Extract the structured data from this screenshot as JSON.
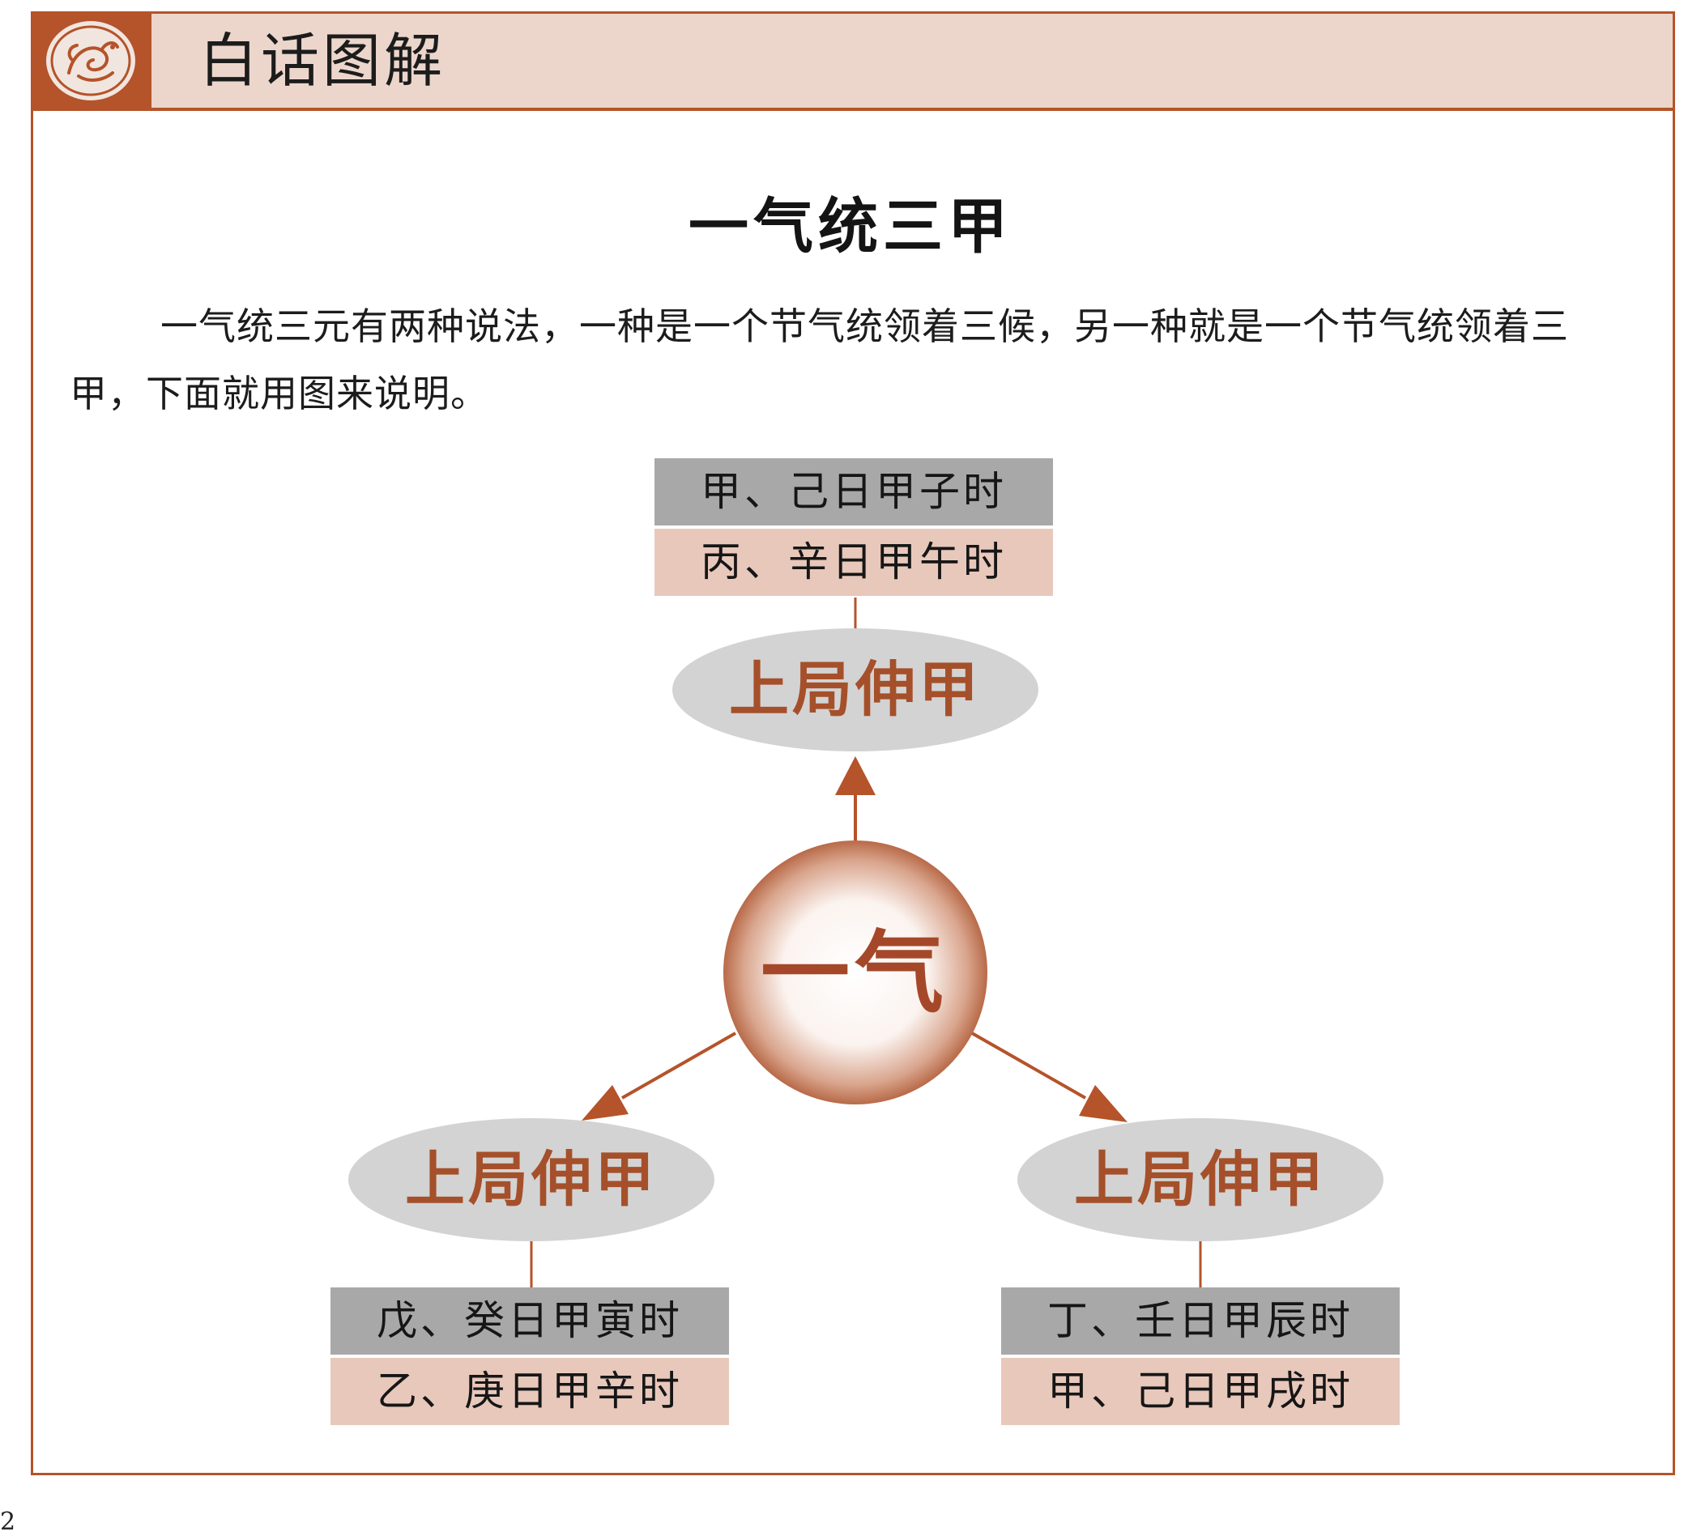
{
  "header": {
    "section_title": "白话图解",
    "logo_icon": "dragon-seal-icon"
  },
  "title": "一气统三甲",
  "intro": "一气统三元有两种说法，一种是一个节气统领着三候，另一种就是一个节气统领着三甲，下面就用图来说明。",
  "diagram": {
    "center": {
      "label": "一气"
    },
    "branches": [
      {
        "label": "上局伸甲",
        "rows": [
          "甲、己日甲子时",
          "丙、辛日甲午时"
        ]
      },
      {
        "label": "上局伸甲",
        "rows": [
          "戊、癸日甲寅时",
          "乙、庚日甲辛时"
        ]
      },
      {
        "label": "上局伸甲",
        "rows": [
          "丁、壬日甲辰时",
          "甲、己日甲戌时"
        ]
      }
    ]
  },
  "colors": {
    "accent": "#b5532a",
    "header_bg": "#ecd6cc",
    "ellipse_fill": "#d3d3d3",
    "row_grey": "#a8a8a8",
    "row_pink": "#e8c8bb",
    "ellipse_text": "#a5502a"
  },
  "page_number": "2"
}
